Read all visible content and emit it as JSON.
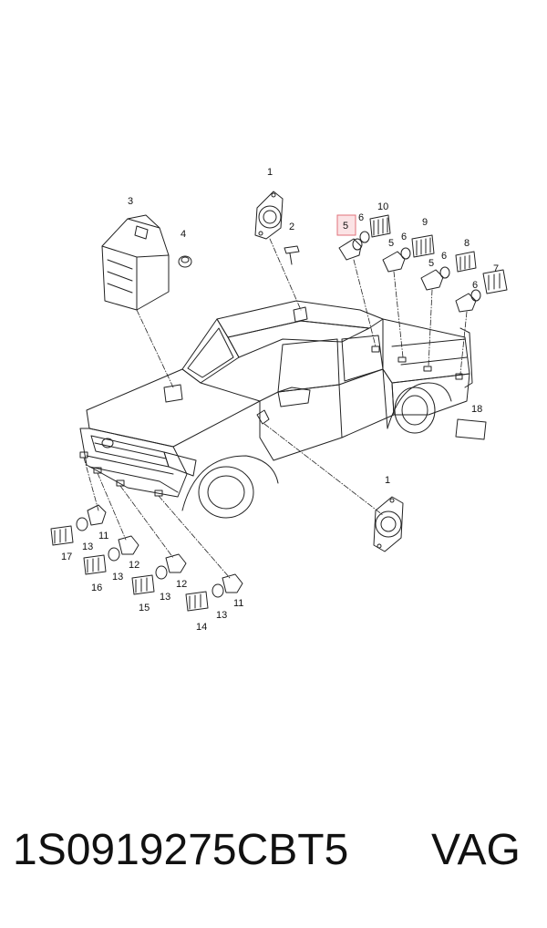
{
  "footer": {
    "part_number": "1S0919275CBT5",
    "brand": "VAG"
  },
  "colors": {
    "line": "#222222",
    "highlight": "#e0707a",
    "highlight_fill": "#fbe3e5",
    "background": "#ffffff"
  },
  "highlighted_callout": "5",
  "callouts": {
    "c1_top": "1",
    "c2": "2",
    "c3": "3",
    "c4": "4",
    "c5": "5",
    "c5b": "5",
    "c5c": "5",
    "c6a": "6",
    "c6b": "6",
    "c6c": "6",
    "c6d": "6",
    "c7": "7",
    "c8": "8",
    "c9": "9",
    "c10": "10",
    "c1_bottom": "1",
    "c11a": "11",
    "c11b": "11",
    "c12a": "12",
    "c12b": "12",
    "c13a": "13",
    "c13b": "13",
    "c13c": "13",
    "c13d": "13",
    "c14": "14",
    "c15": "15",
    "c16": "16",
    "c17": "17",
    "c18": "18"
  }
}
